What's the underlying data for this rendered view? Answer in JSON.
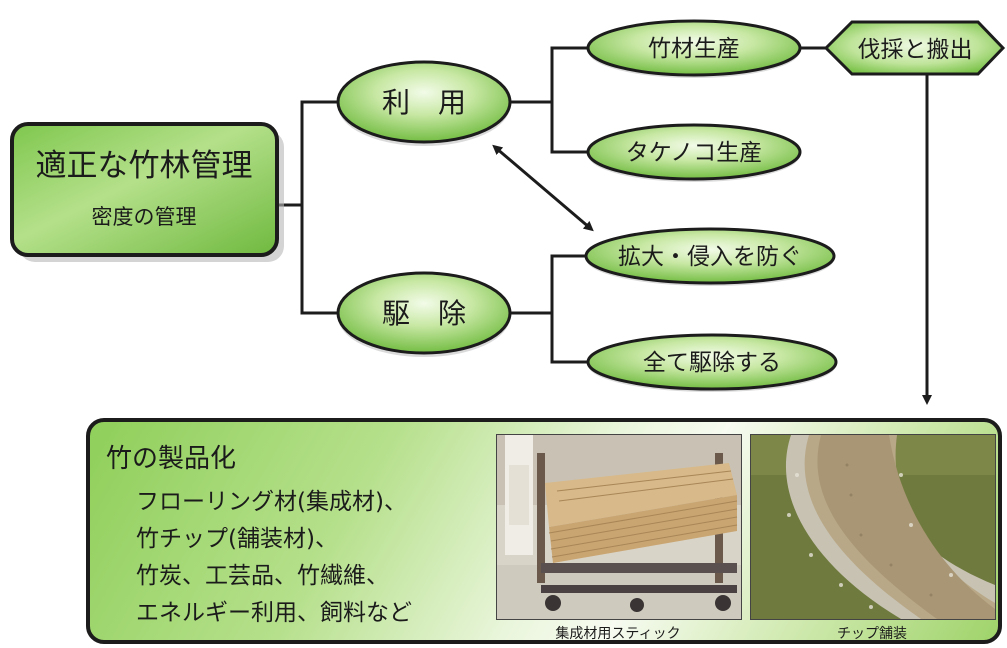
{
  "diagram": {
    "root": {
      "title": "適正な竹林管理",
      "subtitle": "密度の管理"
    },
    "use": {
      "label": "利　用"
    },
    "removal": {
      "label": "駆　除"
    },
    "bamboo_production": {
      "label": "竹材生産"
    },
    "shoot_production": {
      "label": "タケノコ生産"
    },
    "harvest": {
      "label": "伐採と搬出"
    },
    "prevent_spread": {
      "label": "拡大・侵入を防ぐ"
    },
    "remove_all": {
      "label": "全て駆除する"
    }
  },
  "products": {
    "title": "竹の製品化",
    "items": [
      "フローリング材(集成材)、",
      "竹チップ(舗装材)、",
      "竹炭、工芸品、竹繊維、",
      "エネルギー利用、飼料など"
    ],
    "photos": [
      {
        "caption": "集成材用スティック"
      },
      {
        "caption": "チップ舗装"
      }
    ]
  },
  "colors": {
    "node_green_light": "#e7f6d6",
    "node_green_dark": "#79c14a",
    "outline": "#1c1c1c",
    "line": "#1c1c1c"
  }
}
